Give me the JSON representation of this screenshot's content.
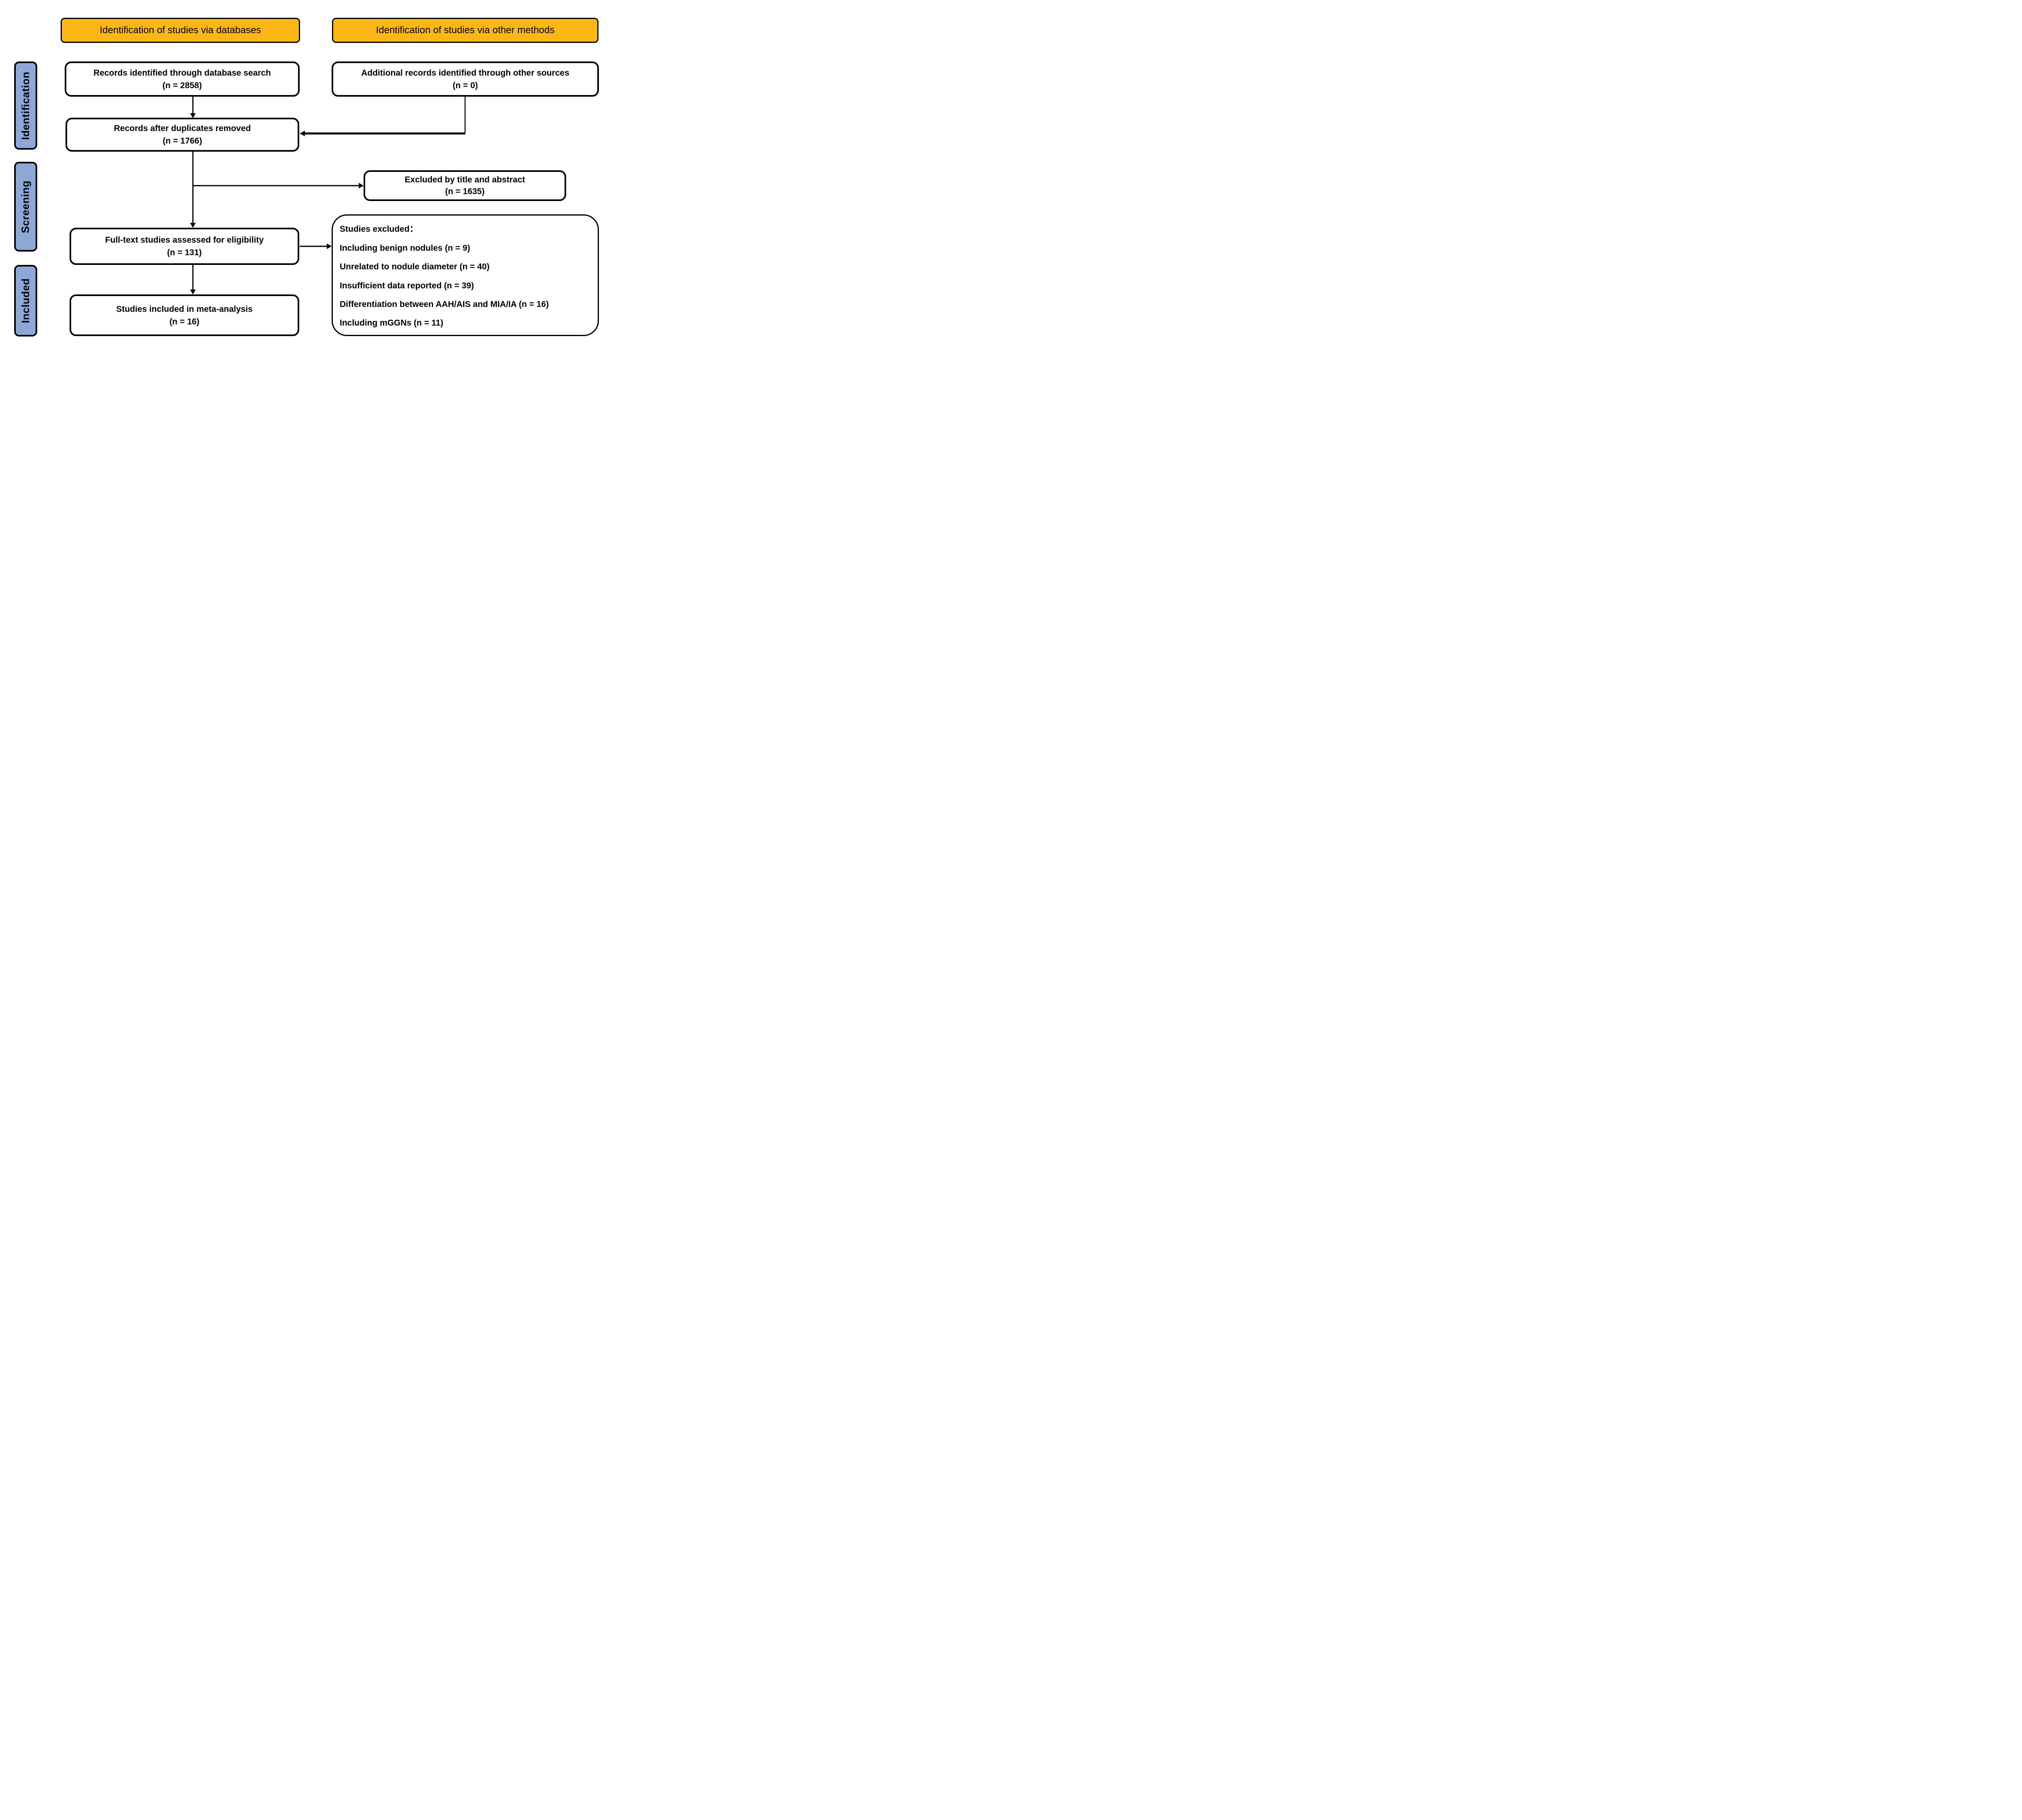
{
  "headers": {
    "databases": "Identification of studies via databases",
    "other_methods": "Identification of studies via other methods"
  },
  "sidebar": {
    "identification": "Identification",
    "screening": "Screening",
    "included": "Included"
  },
  "boxes": {
    "records_identified": {
      "line1": "Records identified through database search",
      "line2": "(n = 2858)"
    },
    "additional_records": {
      "line1": "Additional records identified through other sources",
      "line2": "(n = 0)"
    },
    "duplicates_removed": {
      "line1": "Records after duplicates removed",
      "line2": "(n = 1766)"
    },
    "excluded_title_abstract": {
      "line1": "Excluded by title and abstract",
      "line2": "(n = 1635)"
    },
    "fulltext_assessed": {
      "line1": "Full-text studies assessed for eligibility",
      "line2": "(n = 131)"
    },
    "included_meta": {
      "line1": "Studies included in meta-analysis",
      "line2": "(n = 16)"
    },
    "studies_excluded": {
      "title": "Studies excluded：",
      "reasons": [
        "Including benign nodules (n = 9)",
        "Unrelated to nodule diameter (n = 40)",
        "Insufficient data reported (n = 39)",
        "Differentiation between AAH/AIS and MIA/IA (n = 16)",
        "Including mGGNs (n = 11)"
      ]
    }
  },
  "colors": {
    "header_bg": "#FBB715",
    "sidebar_bg": "#8DA8D7",
    "border": "#000000",
    "box_bg": "#FFFFFF"
  }
}
